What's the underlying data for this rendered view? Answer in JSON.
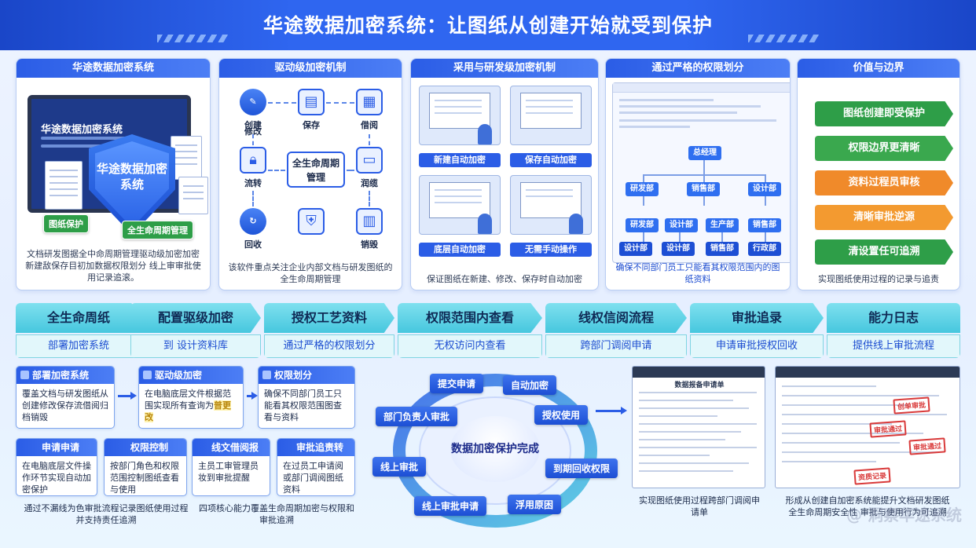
{
  "header": {
    "title": "华途数据加密系统：让图纸从创建开始就受到保护"
  },
  "colors": {
    "primary": "#2b5de6",
    "accent_cyan": "#46c7de",
    "green": "#2e9e48",
    "orange": "#f08a2a",
    "stamp_red": "#d93a3a"
  },
  "panel1": {
    "title": "华途数据加密系统",
    "monitor_title": "华途数据加密系统",
    "shield_text": "华途数据加密系统",
    "tag1": "图纸保护",
    "tag2": "全生命周期管理",
    "caption": "文档研发图据全中命周期管理驱动级加密加密新建敌保存目初加数据权限划分 线上审审批使用记录追滚。"
  },
  "panel2": {
    "title": "驱动级加密机制",
    "nodes": [
      "创建",
      "修改",
      "保存",
      "借阅",
      "流转",
      "润缆",
      "回收",
      "销毁"
    ],
    "center": "全生命周期管理",
    "caption": "该软件重点关注企业内部文档与研发图纸的全生命周期管理"
  },
  "panel3": {
    "title": "采用与研发级加密机制",
    "scenes": [
      "新建自动加密",
      "保存自动加密",
      "底层自动加密",
      "无需手动操作"
    ],
    "caption": "保证图纸在新建、修改、保存时自动加密"
  },
  "panel4": {
    "title": "通过严格的权限划分",
    "org": {
      "root": "总经理",
      "level2": [
        "研发部",
        "销售部",
        "设计部"
      ],
      "level3": [
        "研发部",
        "设计部",
        "生产部",
        "销售部"
      ],
      "level4": [
        "设计部",
        "设计部",
        "销售部",
        "行政部"
      ]
    },
    "caption": "确保不同部门员工只能看其权限范围内的图纸资料"
  },
  "panel5": {
    "title": "价值与边界",
    "items": [
      {
        "label": "图纸创建即受保护",
        "color": "#2e9e48"
      },
      {
        "label": "权限边界更清晰",
        "color": "#3aa84e"
      },
      {
        "label": "资料过程员审核",
        "color": "#f08a2a"
      },
      {
        "label": "清晰审批逆源",
        "color": "#f39a30"
      },
      {
        "label": "清设置任可追溯",
        "color": "#2e9e48"
      }
    ],
    "caption": "实现图纸使用过程的记录与追责"
  },
  "middle": [
    {
      "top": "全生命周纸",
      "bottom": "部署加密系统"
    },
    {
      "top": "配置驱级加密",
      "bottom": "到 设计资料库"
    },
    {
      "top": "授权工艺资料",
      "bottom": "通过严格的权限划分"
    },
    {
      "top": "权限范围内查看",
      "bottom": "无权访问内查看"
    },
    {
      "top": "线权信阅流程",
      "bottom": "跨部门调阅申请"
    },
    {
      "top": "审批追录",
      "bottom": "申请审批授权回收"
    },
    {
      "top": "能力日志",
      "bottom": "提供线上审批流程"
    }
  ],
  "bottom_cards": [
    {
      "title": "部署加密系统",
      "body": "覆盖文档与研发图纸从创建修改保存流借阅归档销毁"
    },
    {
      "title": "驱动级加密",
      "body": "在电脑底层文件根据范围实现所有查询为",
      "highlight": "普更改"
    },
    {
      "title": "权限划分",
      "body": "确保不同部门员工只能看其权限范围图查看与资料"
    },
    {
      "title": "申请申请",
      "body": "在电脑底层文件操作环节实现自动加密保护"
    },
    {
      "title": "权限控制",
      "body": "按部门角色和权限范围控制图纸查看与使用"
    },
    {
      "title": "线文借阅报",
      "body": "主员工审管理员妆到审批提醒"
    },
    {
      "title": "审批追责转",
      "body": "在过员工申请阅或部门调阅图纸资料"
    }
  ],
  "bottom_captions": [
    "通过不漏线为色审批流程记录图纸使用过程并支持责任追溯",
    "四项核心能力覆盖生命周期加密与权限和审批追溯"
  ],
  "cycle": {
    "center": "数据加密保护完成",
    "steps": [
      "提交申请",
      "自动加密",
      "授权使用",
      "到期回收权限",
      "浮用原困",
      "线上审批申请",
      "线上审批",
      "部门负责人审批"
    ]
  },
  "docs": {
    "left_table_title": "数据报备申请单",
    "left_caption": "实现图纸使用过程跨部门调阅申请单",
    "right_stamps": [
      "创单审批",
      "审批通过",
      "审批通过",
      "资质记录"
    ],
    "right_caption": "形成从创建自加密系统能提升文档研发图纸全生命周期安全性 审批与使用行为可追溯"
  },
  "watermark": "@ 洞察华途系统"
}
